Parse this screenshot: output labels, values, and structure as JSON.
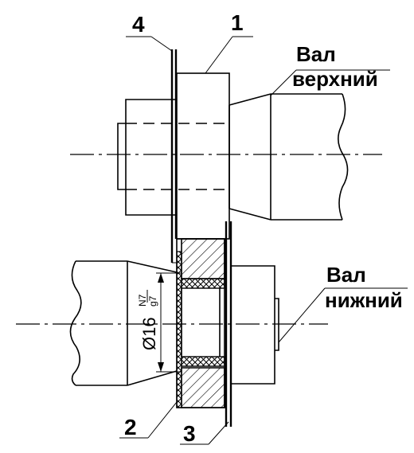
{
  "labels": {
    "upper_shaft_line1": "Вал",
    "upper_shaft_line2": "верхний",
    "lower_shaft_line1": "Вал",
    "lower_shaft_line2": "нижний"
  },
  "callouts": {
    "part1": "1",
    "part2": "2",
    "part3": "3",
    "part4": "4"
  },
  "dimension": {
    "diameter": "Ø16",
    "fit_upper": "N7",
    "fit_lower": "g7"
  }
}
